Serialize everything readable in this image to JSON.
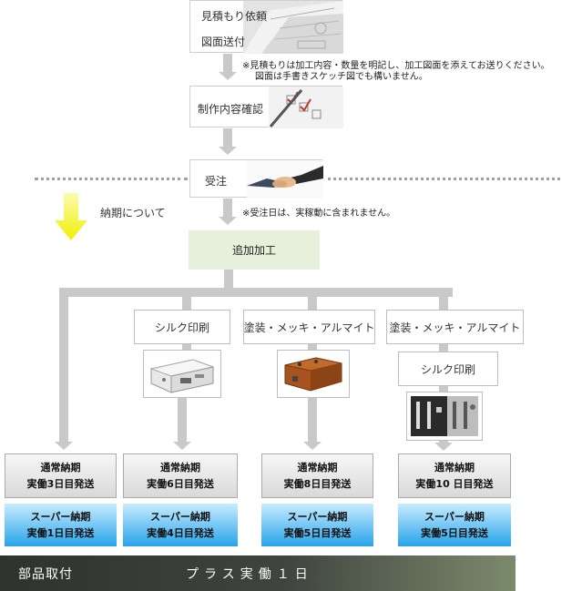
{
  "steps": {
    "estimate_line1": "見積もり依頼",
    "estimate_line2": "図面送付",
    "note_estimate_line1": "※見積もりは加工内容・数量を明記し、加工図面を添えてお送りください。",
    "note_estimate_line2": "図面は手書きスケッチ図でも構いません。",
    "confirm": "制作内容確認",
    "order": "受注",
    "note_order": "※受注日は、実稼動に含まれません。",
    "delivery_about": "納期について",
    "additional_process": "追加加工"
  },
  "branches": {
    "silk_print": "シルク印刷",
    "coating_a": "塗装・メッキ・アルマイト",
    "coating_b": "塗装・メッキ・アルマイト",
    "silk_print_b": "シルク印刷"
  },
  "columns": [
    {
      "normal_title": "通常納期",
      "normal_days": "実働3日目発送",
      "super_title": "スーパー納期",
      "super_days": "実働1日目発送"
    },
    {
      "normal_title": "通常納期",
      "normal_days": "実働6日目発送",
      "super_title": "スーパー納期",
      "super_days": "実働4日目発送"
    },
    {
      "normal_title": "通常納期",
      "normal_days": "実働8日目発送",
      "super_title": "スーパー納期",
      "super_days": "実働5日目発送"
    },
    {
      "normal_title": "通常納期",
      "normal_days": "実働10 日目発送",
      "super_title": "スーパー納期",
      "super_days": "実働5日目発送"
    }
  ],
  "footer": {
    "label": "部品取付",
    "plus": "プラス実働１日"
  },
  "colors": {
    "yellow_arrow": "#f5f500",
    "super_blue": "#27a3ea",
    "green_box": "#e6f0da",
    "footer_dark": "#3b3f3b"
  }
}
